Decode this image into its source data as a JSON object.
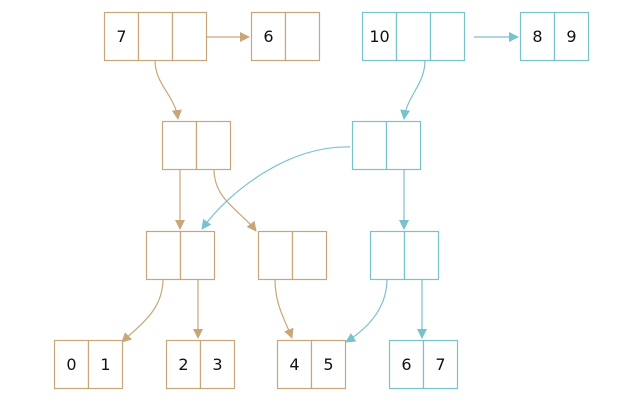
{
  "colors": {
    "tan": "#c8a67a",
    "teal": "#78c2cc"
  },
  "nodes": [
    {
      "id": "tan-root",
      "color": "tan",
      "cells": [
        "7",
        "",
        ""
      ]
    },
    {
      "id": "tan-leaf-top",
      "color": "tan",
      "cells": [
        "6",
        ""
      ]
    },
    {
      "id": "teal-root",
      "color": "teal",
      "cells": [
        "10",
        "",
        ""
      ]
    },
    {
      "id": "teal-leaf-top",
      "color": "teal",
      "cells": [
        "8",
        "9"
      ]
    },
    {
      "id": "tan-mid",
      "color": "tan",
      "cells": [
        "",
        ""
      ]
    },
    {
      "id": "teal-mid",
      "color": "teal",
      "cells": [
        "",
        ""
      ]
    },
    {
      "id": "tan-l3-a",
      "color": "tan",
      "cells": [
        "",
        ""
      ]
    },
    {
      "id": "tan-l3-b",
      "color": "tan",
      "cells": [
        "",
        ""
      ]
    },
    {
      "id": "teal-l3",
      "color": "teal",
      "cells": [
        "",
        ""
      ]
    },
    {
      "id": "leaf-01",
      "color": "tan",
      "cells": [
        "0",
        "1"
      ]
    },
    {
      "id": "leaf-23",
      "color": "tan",
      "cells": [
        "2",
        "3"
      ]
    },
    {
      "id": "leaf-45",
      "color": "tan",
      "cells": [
        "4",
        "5"
      ]
    },
    {
      "id": "leaf-67",
      "color": "teal",
      "cells": [
        "6",
        "7"
      ]
    }
  ],
  "edges": [
    {
      "from": "tan-root",
      "to": "tan-leaf-top",
      "color": "tan"
    },
    {
      "from": "tan-root",
      "to": "tan-mid",
      "color": "tan"
    },
    {
      "from": "tan-mid",
      "to": "tan-l3-a",
      "color": "tan"
    },
    {
      "from": "tan-mid",
      "to": "tan-l3-b",
      "color": "tan"
    },
    {
      "from": "tan-l3-a",
      "to": "leaf-01",
      "color": "tan"
    },
    {
      "from": "tan-l3-a",
      "to": "leaf-23",
      "color": "tan"
    },
    {
      "from": "tan-l3-b",
      "to": "leaf-45",
      "color": "tan"
    },
    {
      "from": "teal-root",
      "to": "teal-leaf-top",
      "color": "teal"
    },
    {
      "from": "teal-root",
      "to": "teal-mid",
      "color": "teal"
    },
    {
      "from": "teal-mid",
      "to": "tan-l3-a",
      "color": "teal"
    },
    {
      "from": "teal-mid",
      "to": "teal-l3",
      "color": "teal"
    },
    {
      "from": "teal-l3",
      "to": "leaf-45",
      "color": "teal"
    },
    {
      "from": "teal-l3",
      "to": "leaf-67",
      "color": "teal"
    }
  ]
}
